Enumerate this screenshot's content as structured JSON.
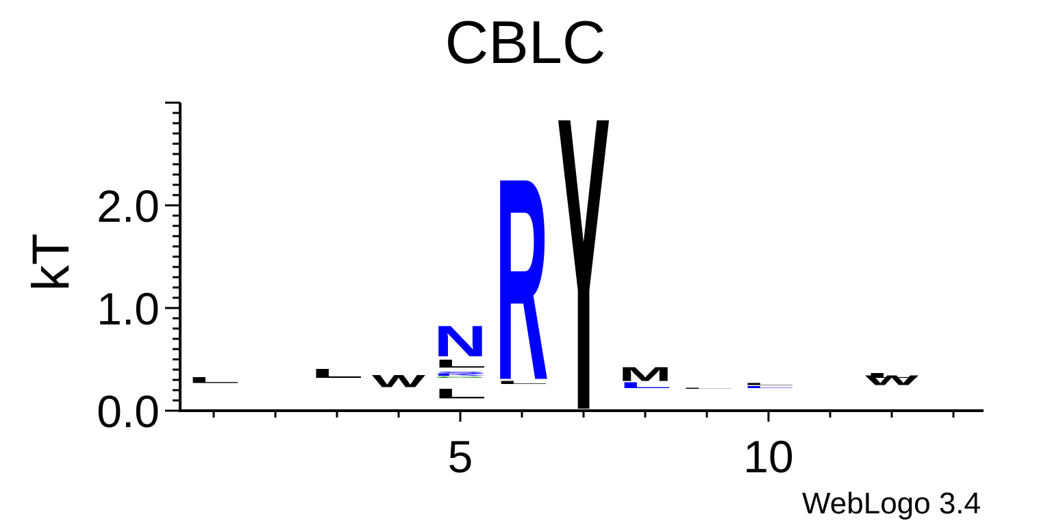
{
  "chart_data": {
    "type": "sequence-logo",
    "title": "CBLC",
    "ylabel": "kT",
    "xlabel": "",
    "ylim": [
      0,
      3.0
    ],
    "yticks": [
      {
        "value": 0,
        "label": "0.0"
      },
      {
        "value": 1,
        "label": "1.0"
      },
      {
        "value": 2,
        "label": "2.0"
      }
    ],
    "positions": [
      1,
      2,
      3,
      4,
      5,
      6,
      7,
      8,
      9,
      10,
      11,
      12,
      13
    ],
    "xticks": [
      {
        "value": 5,
        "label": "5"
      },
      {
        "value": 10,
        "label": "10"
      }
    ],
    "colors": {
      "blue": "#0000ff",
      "black": "#000000",
      "green": "#008000"
    },
    "stacks": [
      {
        "position": 1,
        "letters": [
          {
            "char": "L",
            "color": "black",
            "from": 0.27,
            "to": 0.33
          }
        ]
      },
      {
        "position": 2,
        "letters": []
      },
      {
        "position": 3,
        "letters": [
          {
            "char": "L",
            "color": "black",
            "from": 0.32,
            "to": 0.41
          }
        ]
      },
      {
        "position": 4,
        "letters": [
          {
            "char": "W",
            "color": "black",
            "from": 0.23,
            "to": 0.35
          }
        ]
      },
      {
        "position": 5,
        "letters": [
          {
            "char": "L",
            "color": "black",
            "from": 0.12,
            "to": 0.22
          },
          {
            "char": "G",
            "color": "green",
            "from": 0.32,
            "to": 0.335
          },
          {
            "char": "K",
            "color": "blue",
            "from": 0.34,
            "to": 0.36
          },
          {
            "char": "S",
            "color": "blue",
            "from": 0.36,
            "to": 0.38
          },
          {
            "char": "L",
            "color": "black",
            "from": 0.42,
            "to": 0.5
          },
          {
            "char": "N",
            "color": "blue",
            "from": 0.53,
            "to": 0.84
          }
        ]
      },
      {
        "position": 6,
        "letters": [
          {
            "char": "L",
            "color": "black",
            "from": 0.26,
            "to": 0.29
          },
          {
            "char": "R",
            "color": "blue",
            "from": 0.31,
            "to": 2.36
          }
        ]
      },
      {
        "position": 7,
        "letters": [
          {
            "char": "Y",
            "color": "black",
            "from": 0.02,
            "to": 3.0
          }
        ]
      },
      {
        "position": 8,
        "letters": [
          {
            "char": "L",
            "color": "blue",
            "from": 0.22,
            "to": 0.28
          },
          {
            "char": "M",
            "color": "black",
            "from": 0.29,
            "to": 0.43
          }
        ]
      },
      {
        "position": 9,
        "letters": [
          {
            "char": "L",
            "color": "black",
            "from": 0.215,
            "to": 0.225
          }
        ]
      },
      {
        "position": 10,
        "letters": [
          {
            "char": "L",
            "color": "blue",
            "from": 0.22,
            "to": 0.24
          },
          {
            "char": "L",
            "color": "black",
            "from": 0.25,
            "to": 0.27
          }
        ]
      },
      {
        "position": 11,
        "letters": []
      },
      {
        "position": 12,
        "letters": [
          {
            "char": "W",
            "color": "black",
            "from": 0.25,
            "to": 0.35
          },
          {
            "char": "L",
            "color": "black",
            "from": 0.32,
            "to": 0.37
          }
        ]
      },
      {
        "position": 13,
        "letters": []
      }
    ],
    "credit": "WebLogo 3.4"
  }
}
